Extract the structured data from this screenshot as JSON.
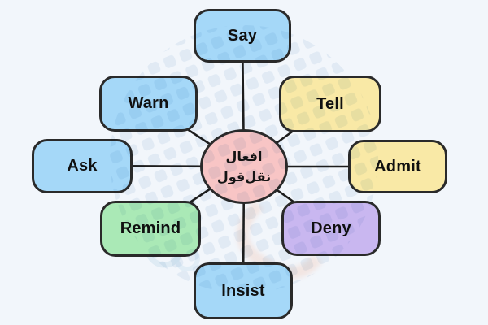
{
  "diagram": {
    "background": "#f2f6fb",
    "border_color": "#2a2a2a",
    "line_color": "#1d1d1d",
    "center": {
      "line1": "افعال",
      "line2": "نقل‌قول",
      "color": "#f8c5c5"
    },
    "nodes": [
      {
        "label": "Say",
        "color": "#a5d8f8"
      },
      {
        "label": "Tell",
        "color": "#f9e9a6"
      },
      {
        "label": "Admit",
        "color": "#f9e9a6"
      },
      {
        "label": "Deny",
        "color": "#c9b7f0"
      },
      {
        "label": "Insist",
        "color": "#a5d8f8"
      },
      {
        "label": "Remind",
        "color": "#aae9b6"
      },
      {
        "label": "Ask",
        "color": "#a5d8f8"
      },
      {
        "label": "Warn",
        "color": "#a5d8f8"
      }
    ]
  }
}
